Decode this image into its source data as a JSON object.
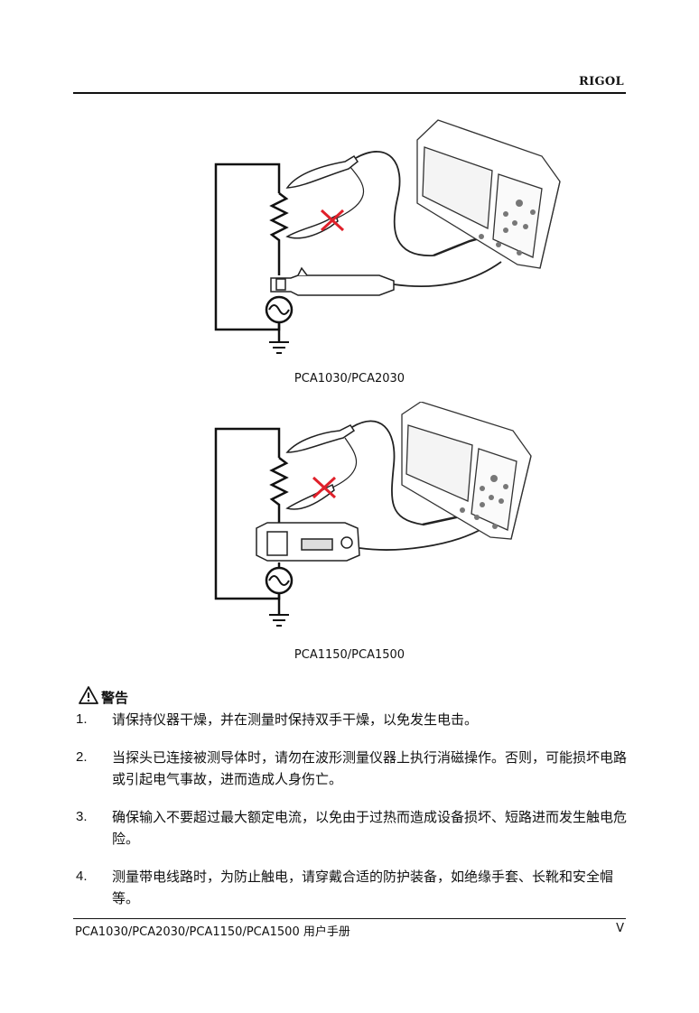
{
  "header": {
    "brand": "RIGOL"
  },
  "figures": [
    {
      "caption": "PCA1030/PCA2030"
    },
    {
      "caption": "PCA1150/PCA1500"
    }
  ],
  "warning": {
    "icon": "warning-triangle-icon",
    "title": "警告",
    "items": [
      {
        "num": "1.",
        "text": "请保持仪器干燥，并在测量时保持双手干燥，以免发生电击。"
      },
      {
        "num": "2.",
        "text": "当探头已连接被测导体时，请勿在波形测量仪器上执行消磁操作。否则，可能损坏电路或引起电气事故，进而造成人身伤亡。"
      },
      {
        "num": "3.",
        "text": "确保输入不要超过最大额定电流，以免由于过热而造成设备损坏、短路进而发生触电危险。"
      },
      {
        "num": "4.",
        "text": "测量带电线路时，为防止触电，请穿戴合适的防护装备，如绝缘手套、长靴和安全帽等。"
      }
    ]
  },
  "footer": {
    "left": "PCA1030/PCA2030/PCA1150/PCA1500 用户手册",
    "right": "V"
  },
  "colors": {
    "cross": "#e0202a",
    "text": "#111111"
  }
}
